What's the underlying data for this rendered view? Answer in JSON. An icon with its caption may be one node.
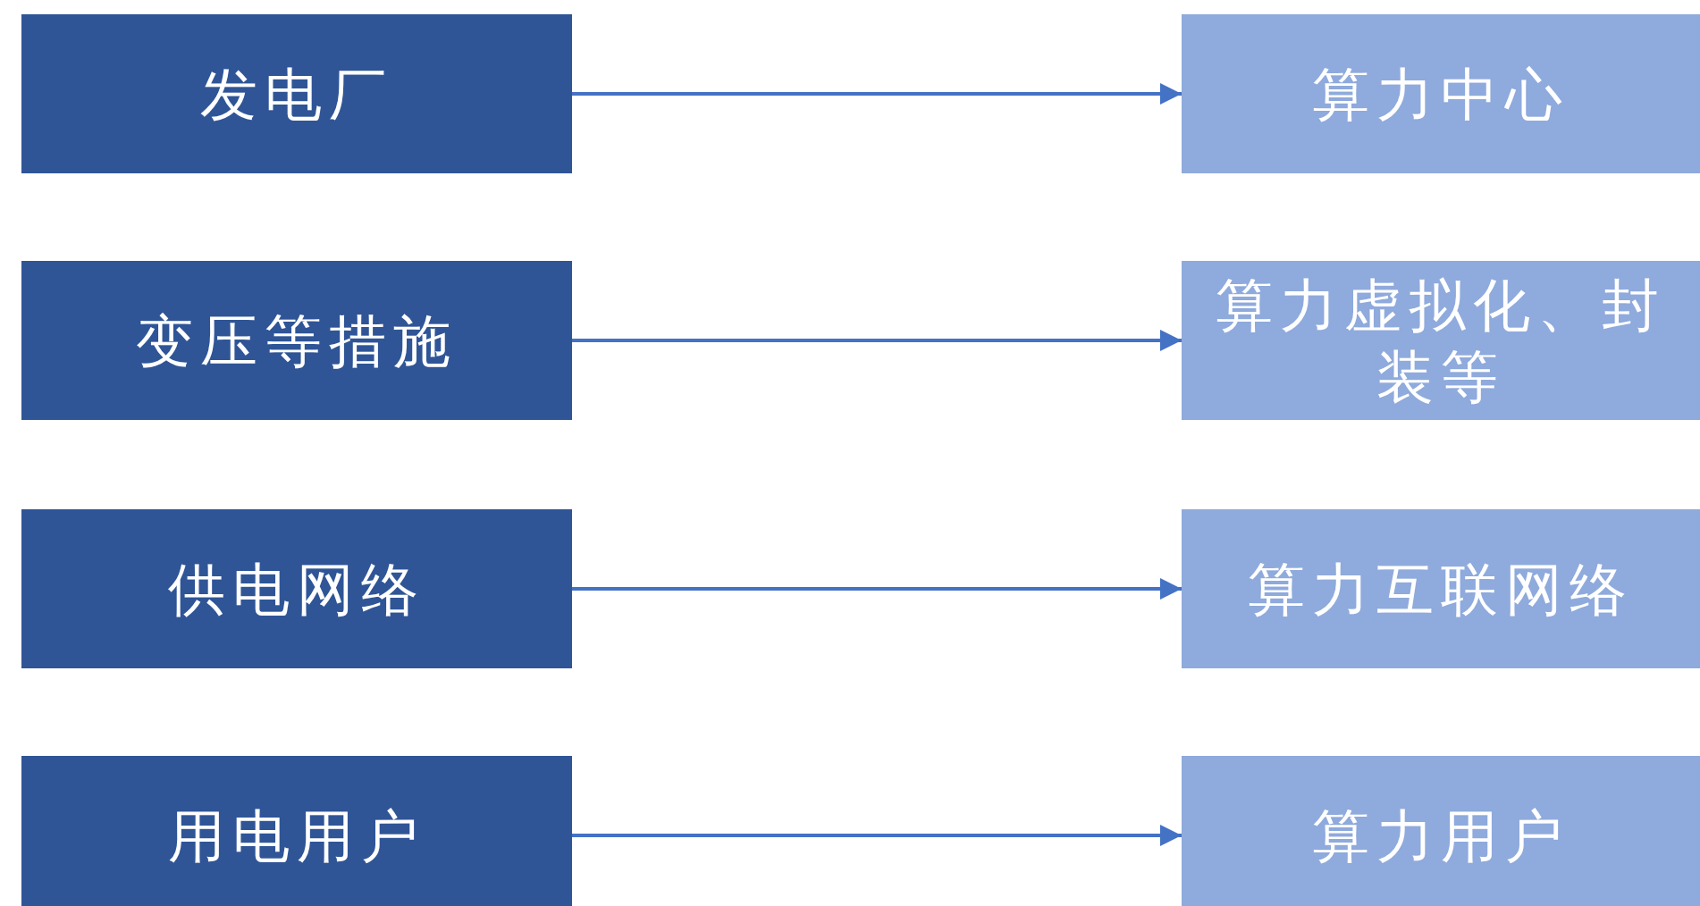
{
  "diagram": {
    "nodes": [
      {
        "text": [
          "发电厂"
        ]
      },
      {
        "text": [
          "算力中心"
        ]
      },
      {
        "text": [
          "变压等措施"
        ]
      },
      {
        "text": [
          "算力虚拟化、封装等"
        ]
      },
      {
        "text": [
          "供电网络"
        ]
      },
      {
        "text": [
          "算力互联网络"
        ]
      },
      {
        "text": [
          "用电用户"
        ]
      },
      {
        "text": [
          "算力用户"
        ]
      }
    ],
    "edges": [
      {
        "from": 0,
        "to": 1,
        "arrow": "to"
      },
      {
        "from": 2,
        "to": 3,
        "arrow": "to"
      },
      {
        "from": 4,
        "to": 5,
        "arrow": "to"
      },
      {
        "from": 6,
        "to": 7,
        "arrow": "to"
      }
    ]
  }
}
